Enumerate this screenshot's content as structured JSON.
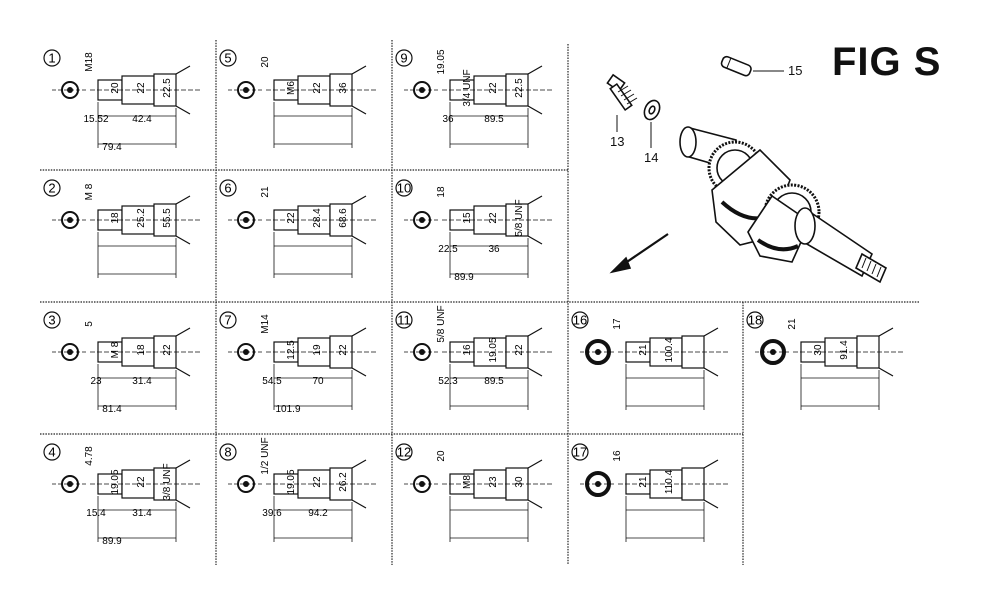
{
  "title": "FIG S",
  "callouts": {
    "c13": "13",
    "c14": "14",
    "c15": "15"
  },
  "panels": [
    {
      "id": "1",
      "labels": [
        "M18",
        "20",
        "22",
        "22.5",
        "15.52",
        "42.4",
        "79.4"
      ]
    },
    {
      "id": "2",
      "labels": [
        "M 8",
        "18",
        "25.2",
        "55.5"
      ]
    },
    {
      "id": "3",
      "labels": [
        "5",
        "M 8",
        "18",
        "22",
        "23",
        "31.4",
        "81.4"
      ]
    },
    {
      "id": "4",
      "labels": [
        "4.78",
        "19.05",
        "22",
        "3/8 UNF",
        "15.4",
        "31.4",
        "89.9"
      ]
    },
    {
      "id": "5",
      "labels": [
        "20",
        "M6",
        "22",
        "36"
      ]
    },
    {
      "id": "6",
      "labels": [
        "21",
        "22",
        "28.4",
        "68.6"
      ]
    },
    {
      "id": "7",
      "labels": [
        "M14",
        "12.5",
        "19",
        "22",
        "54.5",
        "70",
        "101.9"
      ]
    },
    {
      "id": "8",
      "labels": [
        "1/2 UNF",
        "19.05",
        "22",
        "26.2",
        "39.6",
        "94.2"
      ]
    },
    {
      "id": "9",
      "labels": [
        "19.05",
        "3/4 UNF",
        "22",
        "22.5",
        "36",
        "89.5"
      ]
    },
    {
      "id": "10",
      "labels": [
        "18",
        "15",
        "22",
        "5/8 UNF",
        "22.5",
        "36",
        "89.9"
      ]
    },
    {
      "id": "11",
      "labels": [
        "5/8 UNF",
        "16",
        "19.05",
        "22",
        "52.3",
        "89.5"
      ]
    },
    {
      "id": "12",
      "labels": [
        "20",
        "M8",
        "23",
        "30"
      ]
    },
    {
      "id": "16",
      "labels": [
        "17",
        "21",
        "100.4"
      ]
    },
    {
      "id": "17",
      "labels": [
        "16",
        "21",
        "110.4"
      ]
    },
    {
      "id": "18",
      "labels": [
        "21",
        "30",
        "91.4"
      ]
    }
  ]
}
